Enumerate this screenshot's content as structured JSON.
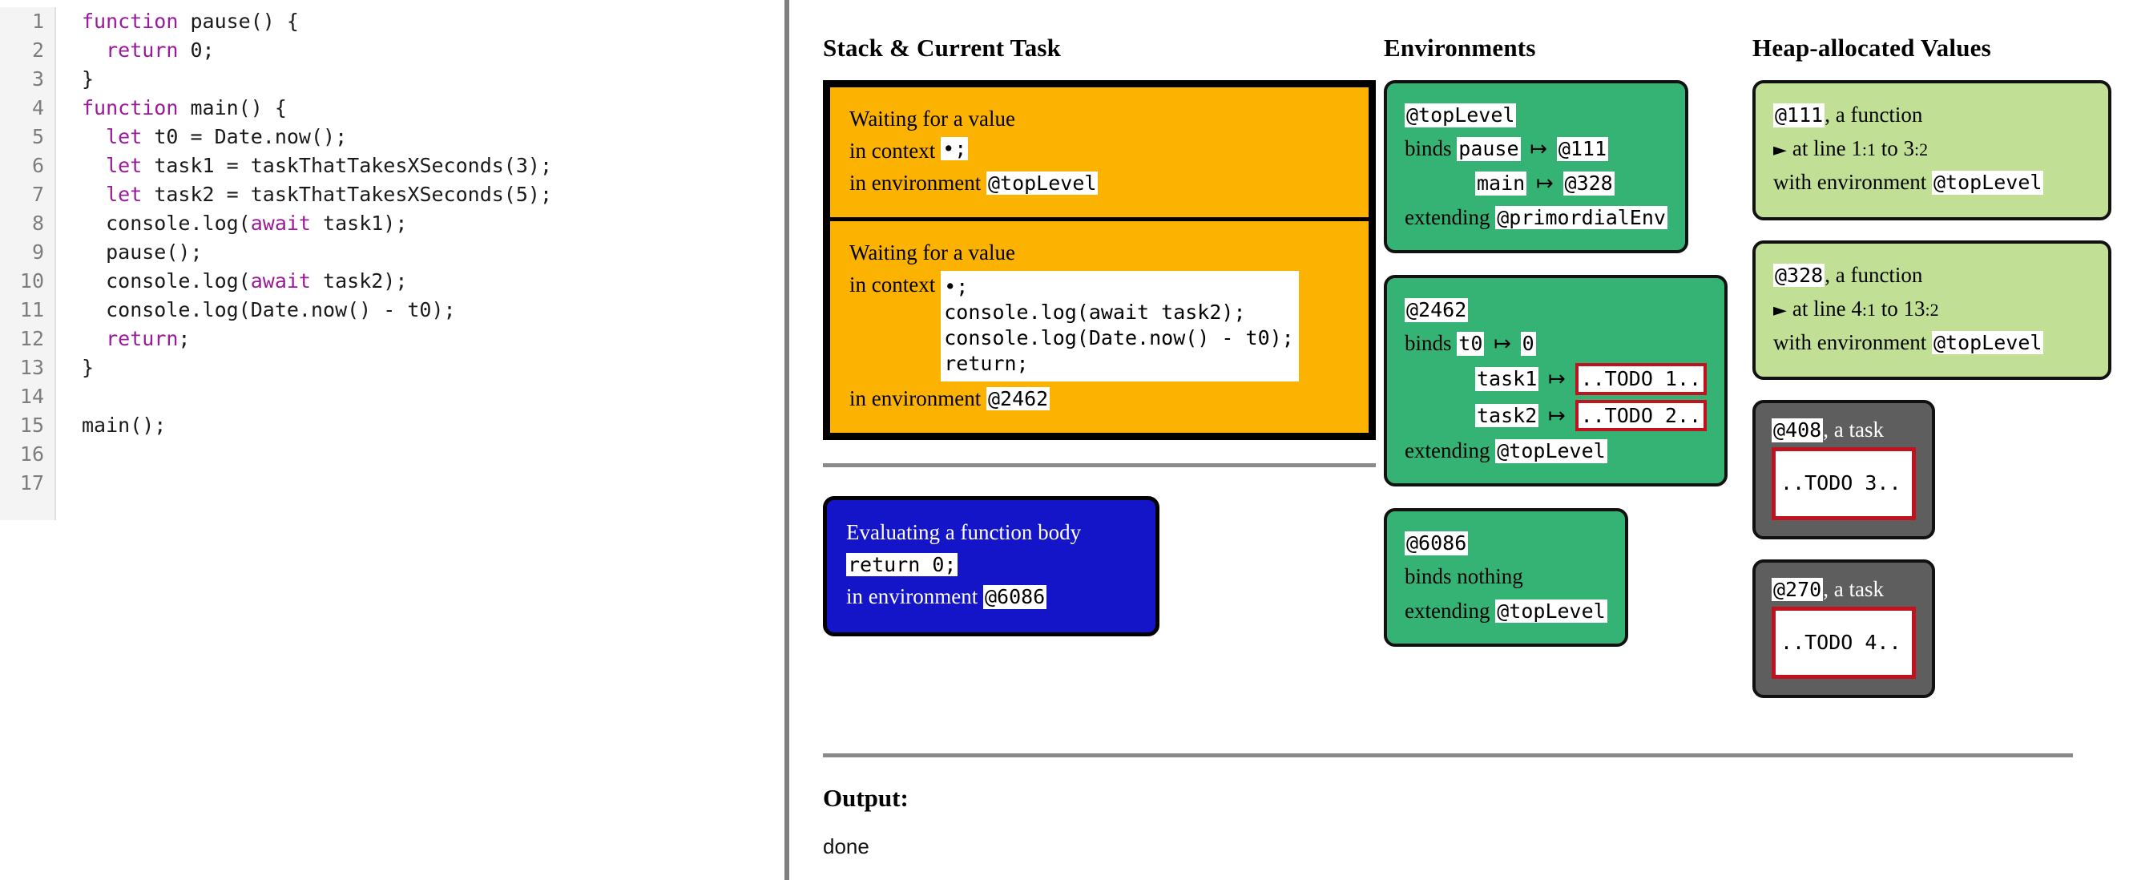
{
  "editor": {
    "line_numbers": [
      1,
      2,
      3,
      4,
      5,
      6,
      7,
      8,
      9,
      10,
      11,
      12,
      13,
      14,
      15,
      16,
      17
    ],
    "lines": [
      {
        "n": 1,
        "text": "function pause() {"
      },
      {
        "n": 2,
        "text": "  return 0;"
      },
      {
        "n": 3,
        "text": "}"
      },
      {
        "n": 4,
        "text": "function main() {"
      },
      {
        "n": 5,
        "text": "  let t0 = Date.now();"
      },
      {
        "n": 6,
        "text": "  let task1 = taskThatTakesXSeconds(3);"
      },
      {
        "n": 7,
        "text": "  let task2 = taskThatTakesXSeconds(5);"
      },
      {
        "n": 8,
        "text": "  console.log(await task1);"
      },
      {
        "n": 9,
        "text": "  pause();"
      },
      {
        "n": 10,
        "text": "  console.log(await task2);"
      },
      {
        "n": 11,
        "text": "  console.log(Date.now() - t0);"
      },
      {
        "n": 12,
        "text": "  return;"
      },
      {
        "n": 13,
        "text": "}"
      },
      {
        "n": 14,
        "text": ""
      },
      {
        "n": 15,
        "text": "main();"
      },
      {
        "n": 16,
        "text": ""
      },
      {
        "n": 17,
        "text": ""
      }
    ]
  },
  "stack_panel": {
    "title": "Stack & Current Task",
    "frames": [
      {
        "status": "Waiting for a value",
        "context_label": "in context",
        "context_code": "•;",
        "env_label": "in environment",
        "env_code": "@topLevel"
      },
      {
        "status": "Waiting for a value",
        "context_label": "in context",
        "context_code": "•;\nconsole.log(await task2);\nconsole.log(Date.now() - t0);\nreturn;",
        "env_label": "in environment",
        "env_code": "@2462"
      }
    ],
    "eval_box": {
      "title": "Evaluating a function body",
      "code": "return 0;",
      "env_label": "in environment",
      "env_code": "@6086"
    }
  },
  "environments_panel": {
    "title": "Environments",
    "cards": [
      {
        "id": "@topLevel",
        "binds_label": "binds",
        "bindings": [
          {
            "name": "pause",
            "arrow": "↦",
            "value": "@111"
          },
          {
            "name": "main",
            "arrow": "↦",
            "value": "@328"
          }
        ],
        "extending_label": "extending",
        "extends": "@primordialEnv",
        "binds_nothing": null
      },
      {
        "id": "@2462",
        "binds_label": "binds",
        "bindings": [
          {
            "name": "t0",
            "arrow": "↦",
            "value": "0",
            "highlight": false
          },
          {
            "name": "task1",
            "arrow": "↦",
            "value": "..TODO 1..",
            "highlight": true
          },
          {
            "name": "task2",
            "arrow": "↦",
            "value": "..TODO 2..",
            "highlight": true
          }
        ],
        "extending_label": "extending",
        "extends": "@topLevel",
        "binds_nothing": null
      },
      {
        "id": "@6086",
        "binds_label": "binds",
        "bindings": [],
        "extending_label": "extending",
        "extends": "@topLevel",
        "binds_nothing": "binds nothing"
      }
    ]
  },
  "heap_panel": {
    "title": "Heap-allocated Values",
    "functions": [
      {
        "id": "@111",
        "kind": ", a function",
        "marker": "►",
        "at_line_label": "at line",
        "start_line": "1",
        "start_col": "1",
        "to_label": "to",
        "end_line": "3",
        "end_col": "2",
        "env_label": "with environment",
        "env_code": "@topLevel"
      },
      {
        "id": "@328",
        "kind": ", a function",
        "marker": "►",
        "at_line_label": "at line",
        "start_line": "4",
        "start_col": "1",
        "to_label": "to",
        "end_line": "13",
        "end_col": "2",
        "env_label": "with environment",
        "env_code": "@topLevel"
      }
    ],
    "tasks": [
      {
        "id": "@408",
        "kind": ", a task",
        "todo": "..TODO 3.."
      },
      {
        "id": "@270",
        "kind": ", a task",
        "todo": "..TODO 4.."
      }
    ]
  },
  "output_panel": {
    "title": "Output:",
    "text": "done"
  },
  "colors": {
    "stack_frame": "#fbb200",
    "eval_box": "#1414c8",
    "environment_card": "#34b374",
    "heap_function_card": "#c1e095",
    "heap_task_card": "#5e5e5e",
    "todo_border": "#c1121f",
    "divider": "#808080",
    "keyword": "#9b1a9b"
  }
}
